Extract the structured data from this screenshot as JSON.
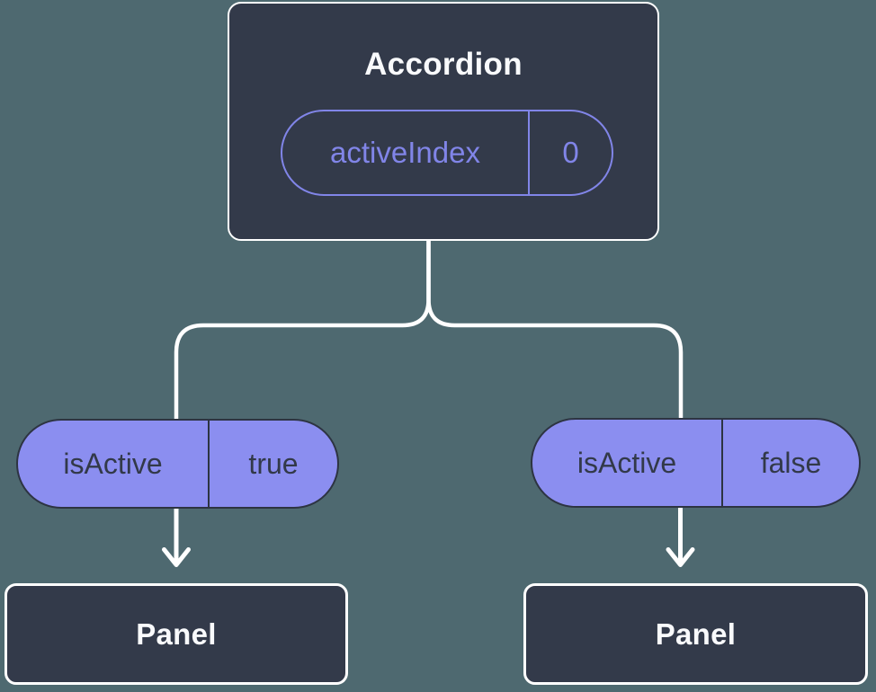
{
  "colors": {
    "background": "#4e6970",
    "node_dark": "#333a4a",
    "accent_purple": "#8185e8",
    "pill_fill": "#8b8ef0",
    "pill_text_dark": "#323949",
    "connector": "#ffffff"
  },
  "tree": {
    "root": {
      "title": "Accordion",
      "state": {
        "name": "activeIndex",
        "value": "0"
      }
    },
    "children": [
      {
        "prop": {
          "name": "isActive",
          "value": "true"
        },
        "label": "Panel"
      },
      {
        "prop": {
          "name": "isActive",
          "value": "false"
        },
        "label": "Panel"
      }
    ]
  }
}
